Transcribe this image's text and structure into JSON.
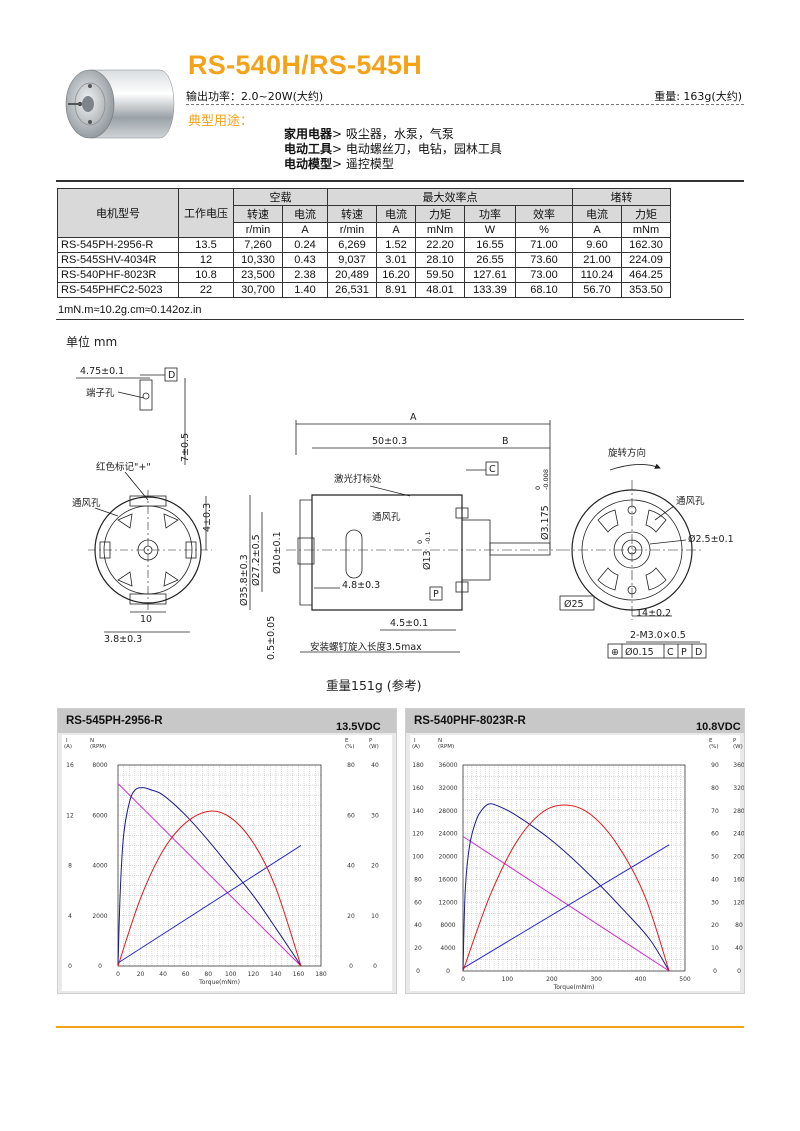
{
  "header": {
    "title": "RS-540H/RS-545H",
    "output_power": "输出功率：2.0~20W(大约)",
    "weight": "重量: 163g(大约)",
    "uses_title": "典型用途：",
    "uses": [
      {
        "category": "家用电器",
        "detail": "> 吸尘器，水泵，气泵"
      },
      {
        "category": "电动工具",
        "detail": "> 电动螺丝刀，电钻，园林工具"
      },
      {
        "category": "电动模型",
        "detail": "> 遥控模型"
      }
    ]
  },
  "specs": {
    "col_model": "电机型号",
    "col_voltage": "工作电压",
    "group_noload": "空载",
    "group_maxeff": "最大效率点",
    "group_stall": "堵转",
    "sub": [
      "转速",
      "电流",
      "转速",
      "电流",
      "力矩",
      "功率",
      "效率",
      "电流",
      "力矩"
    ],
    "units": [
      "r/min",
      "A",
      "r/min",
      "A",
      "mNm",
      "W",
      "%",
      "A",
      "mNm"
    ],
    "rows": [
      [
        "RS-545PH-2956-R",
        "13.5",
        "7,260",
        "0.24",
        "6,269",
        "1.52",
        "22.20",
        "16.55",
        "71.00",
        "9.60",
        "162.30"
      ],
      [
        "RS-545SHV-4034R",
        "12",
        "10,330",
        "0.43",
        "9,037",
        "3.01",
        "28.10",
        "26.55",
        "73.60",
        "21.00",
        "224.09"
      ],
      [
        "RS-540PHF-8023R",
        "10.8",
        "23,500",
        "2.38",
        "20,489",
        "16.20",
        "59.50",
        "127.61",
        "73.00",
        "110.24",
        "464.25"
      ],
      [
        "RS-545PHFC2-5023",
        "22",
        "30,700",
        "1.40",
        "26,531",
        "8.91",
        "48.01",
        "133.39",
        "68.10",
        "56.70",
        "353.50"
      ]
    ],
    "note": "1mN.m≈10.2g.cm≈0.142oz.in"
  },
  "drawing": {
    "unit": "单位 mm",
    "weight_ref": "重量151g (参考)",
    "labels": {
      "d1": "4.75±0.1",
      "datum_d": "D",
      "terminal_hole": "端子孔",
      "d7": "7±0.5",
      "red_mark": "红色标记\"+\"",
      "vent1": "通风孔",
      "d4": "4±0.3",
      "d10": "10",
      "d38": "3.8±0.3",
      "dimA": "A",
      "dim50": "50±0.3",
      "dimB": "B",
      "laser": "激光打标处",
      "datum_c": "C",
      "vent2": "通风孔",
      "shaft": "Ø3.175",
      "shaft_tol_top": "0",
      "shaft_tol_bot": "-0.008",
      "d358": "Ø35.8±0.3",
      "d272": "Ø27.2±0.5",
      "d10b": "Ø10±0.1",
      "d13": "Ø13",
      "d13_tol_top": "0",
      "d13_tol_bot": "-0.1",
      "d48": "4.8±0.3",
      "datum_p": "P",
      "d45": "4.5±0.1",
      "d05": "0.5±0.05",
      "screw": "安装螺钉旋入长度3.5max",
      "rotation": "旋转方向",
      "vent3": "通风孔",
      "d25": "Ø2.5±0.1",
      "d25b": "Ø25",
      "d14": "14±0.2",
      "m3": "2-M3.0×0.5",
      "gdt": [
        "⊕",
        "Ø0.15",
        "C",
        "P",
        "D"
      ]
    }
  },
  "charts": [
    {
      "title": "RS-545PH-2956-R",
      "voltage": "13.5VDC",
      "left_hdr": [
        "I",
        "(A)",
        "N",
        "(RPM)"
      ],
      "right_hdr": [
        "E",
        "(%)",
        "P",
        "(W)"
      ],
      "xlabel": "Torque(mNm)",
      "xticks": [
        "0",
        "20",
        "40",
        "60",
        "80",
        "100",
        "120",
        "140",
        "160",
        "180"
      ],
      "i_ticks": [
        "0",
        "4",
        "8",
        "12",
        "16"
      ],
      "n_ticks": [
        "0",
        "2000",
        "4000",
        "6000",
        "8000"
      ],
      "e_ticks": [
        "0",
        "20",
        "40",
        "60",
        "80"
      ],
      "p_ticks": [
        "0",
        "10",
        "20",
        "30",
        "40"
      ]
    },
    {
      "title": "RS-540PHF-8023R-R",
      "voltage": "10.8VDC",
      "left_hdr": [
        "I",
        "(A)",
        "N",
        "(RPM)"
      ],
      "right_hdr": [
        "E",
        "(%)",
        "P",
        "(W)"
      ],
      "xlabel": "Torque(mNm)",
      "xticks": [
        "0",
        "100",
        "200",
        "300",
        "400",
        "500"
      ],
      "i_ticks": [
        "0",
        "20",
        "40",
        "60",
        "80",
        "100",
        "120",
        "140",
        "160",
        "180"
      ],
      "n_ticks": [
        "0",
        "4000",
        "8000",
        "12000",
        "16000",
        "20000",
        "24000",
        "28000",
        "32000",
        "36000"
      ],
      "e_ticks": [
        "0",
        "10",
        "20",
        "30",
        "40",
        "50",
        "60",
        "70",
        "80",
        "90"
      ],
      "p_ticks": [
        "0",
        "40",
        "80",
        "120",
        "160",
        "200",
        "240",
        "280",
        "320",
        "360"
      ]
    }
  ],
  "chart_data": [
    {
      "type": "line",
      "title": "RS-545PH-2956-R",
      "xlabel": "Torque(mNm)",
      "xlim": [
        0,
        180
      ],
      "series": [
        {
          "name": "N",
          "x": [
            0,
            162.3
          ],
          "values": [
            7260,
            0
          ],
          "color": "#d42ad4"
        },
        {
          "name": "I",
          "x": [
            0,
            162.3
          ],
          "values": [
            0.24,
            9.6
          ],
          "color": "#2a2ad4"
        },
        {
          "name": "E",
          "x": [
            0,
            2,
            5,
            10,
            15,
            22.2,
            30,
            40,
            60,
            80,
            100,
            120,
            140,
            155,
            162.3
          ],
          "values": [
            0,
            30,
            52,
            65,
            70,
            71,
            70,
            68,
            60,
            50,
            39,
            28,
            15,
            5,
            0
          ],
          "color": "#1a1a8c"
        },
        {
          "name": "P",
          "x": [
            0,
            20,
            40,
            60,
            81,
            100,
            120,
            140,
            162.3
          ],
          "values": [
            0,
            13.5,
            23,
            28.5,
            30.8,
            29.5,
            24.5,
            15.5,
            0
          ],
          "color": "#e01b1b"
        }
      ],
      "axes": {
        "I": [
          0,
          16
        ],
        "N": [
          0,
          8000
        ],
        "E": [
          0,
          80
        ],
        "P": [
          0,
          40
        ]
      }
    },
    {
      "type": "line",
      "title": "RS-540PHF-8023R-R",
      "xlabel": "Torque(mNm)",
      "xlim": [
        0,
        500
      ],
      "series": [
        {
          "name": "N",
          "x": [
            0,
            464.25
          ],
          "values": [
            23500,
            0
          ],
          "color": "#d42ad4"
        },
        {
          "name": "I",
          "x": [
            0,
            464.25
          ],
          "values": [
            2.38,
            110.24
          ],
          "color": "#2a2ad4"
        },
        {
          "name": "E",
          "x": [
            0,
            5,
            15,
            30,
            45,
            59.5,
            80,
            120,
            200,
            280,
            360,
            420,
            464.25
          ],
          "values": [
            0,
            35,
            55,
            66,
            71,
            73,
            72,
            68,
            57,
            43,
            27,
            14,
            0
          ],
          "color": "#1a1a8c"
        },
        {
          "name": "P",
          "x": [
            0,
            60,
            120,
            180,
            235,
            290,
            350,
            410,
            464.25
          ],
          "values": [
            0,
            130,
            225,
            278,
            290,
            272,
            218,
            130,
            0
          ],
          "color": "#e01b1b"
        }
      ],
      "axes": {
        "I": [
          0,
          180
        ],
        "N": [
          0,
          36000
        ],
        "E": [
          0,
          90
        ],
        "P": [
          0,
          360
        ]
      }
    }
  ]
}
